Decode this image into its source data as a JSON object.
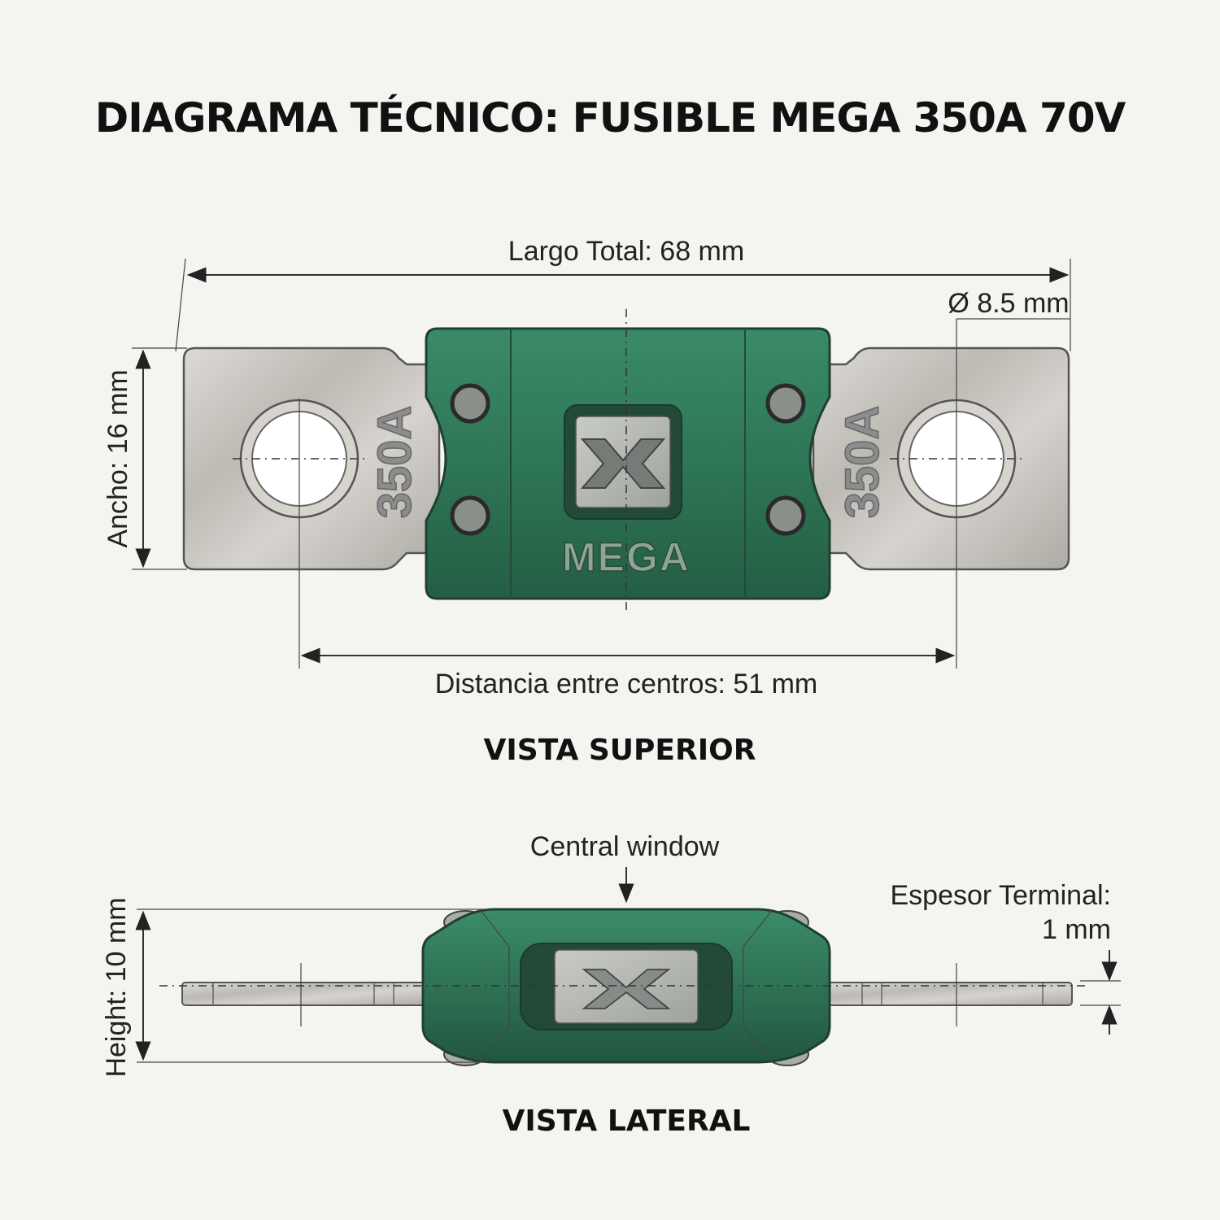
{
  "title": "DIAGRAMA TÉCNICO: FUSIBLE MEGA 350A 70V",
  "top_view": {
    "label": "VISTA SUPERIOR",
    "dim_total_length": "Largo Total: 68 mm",
    "dim_hole_diameter": "Ø 8.5 mm",
    "dim_width": "Ancho: 16 mm",
    "dim_center_distance": "Distancia entre centros: 51 mm",
    "terminal_stamp": "350A",
    "body_label": "MEGA"
  },
  "side_view": {
    "label": "VISTA LATERAL",
    "central_window": "Central window",
    "dim_height": "Height: 10 mm",
    "dim_terminal_thickness_line1": "Espesor Terminal:",
    "dim_terminal_thickness_line2": "1 mm"
  },
  "colors": {
    "background": "#f4f4f0",
    "fuse_body": "#2f7a5a",
    "terminal_metal": "#c9c6c0"
  }
}
